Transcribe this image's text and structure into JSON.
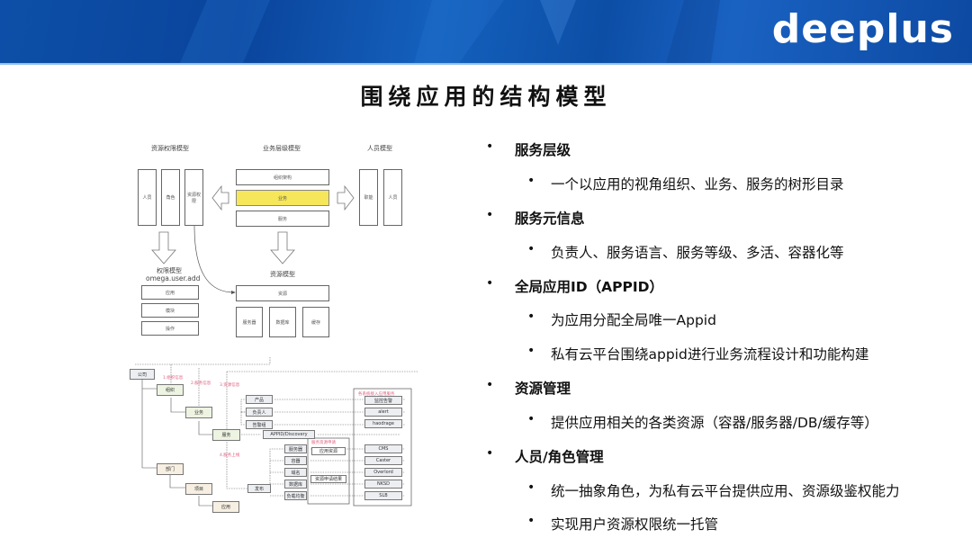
{
  "header": {
    "logo_text": "deeplus",
    "colors": {
      "banner": "#0d4fa8",
      "banner_accent": "#8fc0f0"
    }
  },
  "slide": {
    "title": "围绕应用的结构模型"
  },
  "diagram_top": {
    "group_labels": {
      "resource_permission_model": "资源权限模型",
      "business_hierarchy_model": "业务层级模型",
      "personnel_model": "人员模型"
    },
    "left_columns": [
      "人员",
      "角色",
      "资源权限"
    ],
    "middle_rows": [
      "组织架构",
      "业务",
      "服务"
    ],
    "middle_highlight_color": "#f6e65a",
    "right_columns": [
      "职能",
      "人员"
    ],
    "auth_model": {
      "title": "权限模型",
      "example": "omega.user.add",
      "rows": [
        "应用",
        "模块",
        "操作"
      ]
    },
    "resource_model": {
      "title": "资源模型",
      "top": "资源",
      "children": [
        "服务器",
        "数据库",
        "缓存"
      ]
    }
  },
  "diagram_flow": {
    "root": "公司",
    "tree": [
      "组织",
      "业务",
      "服务",
      "部门",
      "项目",
      "应用"
    ],
    "pink_labels": [
      "1.组织信息",
      "2.服务信息",
      "3.资源信息",
      "4.服务上线"
    ],
    "service_children": [
      "产品",
      "负责人",
      "告警组"
    ],
    "appid_box": "APPID/Discovery",
    "deploy": "发布",
    "deploy_children": [
      "服务器",
      "容器",
      "域名",
      "数据库",
      "负载均衡"
    ],
    "middle_group": {
      "title": "服务资源申请",
      "items": [
        "应用资源",
        "资源申请结果"
      ]
    },
    "right_group": {
      "title": "各系统接入应用服务",
      "items": [
        "监控告警",
        "alert",
        "haodrage",
        "CMS",
        "Caster",
        "Overlord",
        "NKSD",
        "SLB"
      ]
    }
  },
  "bullets": [
    {
      "level": 1,
      "text": "服务层级"
    },
    {
      "level": 2,
      "text": "一个以应用的视角组织、业务、服务的树形目录"
    },
    {
      "level": 1,
      "text": "服务元信息"
    },
    {
      "level": 2,
      "text": "负责人、服务语言、服务等级、多活、容器化等"
    },
    {
      "level": 1,
      "text": "全局应用ID（APPID）"
    },
    {
      "level": 2,
      "text": "为应用分配全局唯一Appid"
    },
    {
      "level": 2,
      "text": "私有云平台围绕appid进行业务流程设计和功能构建"
    },
    {
      "level": 1,
      "text": "资源管理"
    },
    {
      "level": 2,
      "text": "提供应用相关的各类资源（容器/服务器/DB/缓存等）"
    },
    {
      "level": 1,
      "text": "人员/角色管理"
    },
    {
      "level": 2,
      "text": "统一抽象角色，为私有云平台提供应用、资源级鉴权能力"
    },
    {
      "level": 2,
      "text": "实现用户资源权限统一托管"
    }
  ],
  "bullet_glyph": "•"
}
